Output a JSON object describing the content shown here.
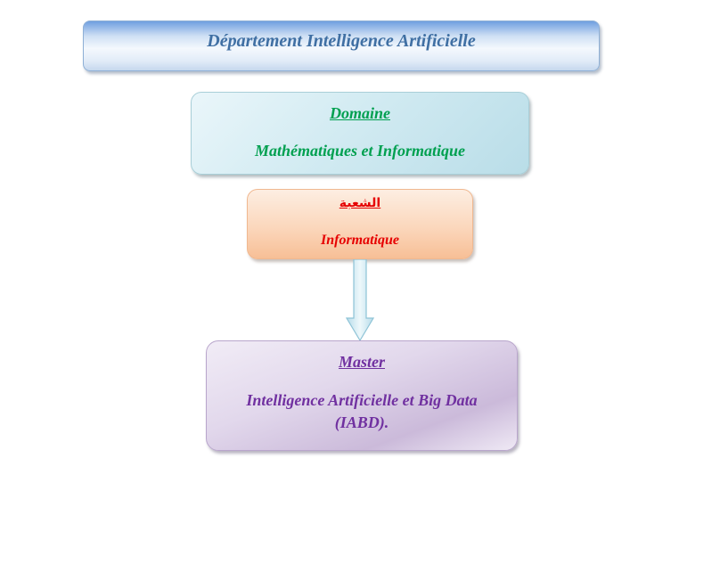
{
  "department": {
    "title": "Département Intelligence Artificielle"
  },
  "domaine": {
    "label": "Domaine",
    "value": "Mathématiques et Informatique"
  },
  "filiere": {
    "label": "الشعبة",
    "value": "Informatique"
  },
  "master": {
    "label": "Master",
    "value": "Intelligence Artificielle et Big Data (IABD)."
  },
  "colors": {
    "department_text": "#3f6fa3",
    "domaine_text": "#00a050",
    "filiere_text": "#e60000",
    "master_text": "#7030a0",
    "arrow_fill": "#cde9f1",
    "arrow_stroke": "#8ec3d6"
  }
}
